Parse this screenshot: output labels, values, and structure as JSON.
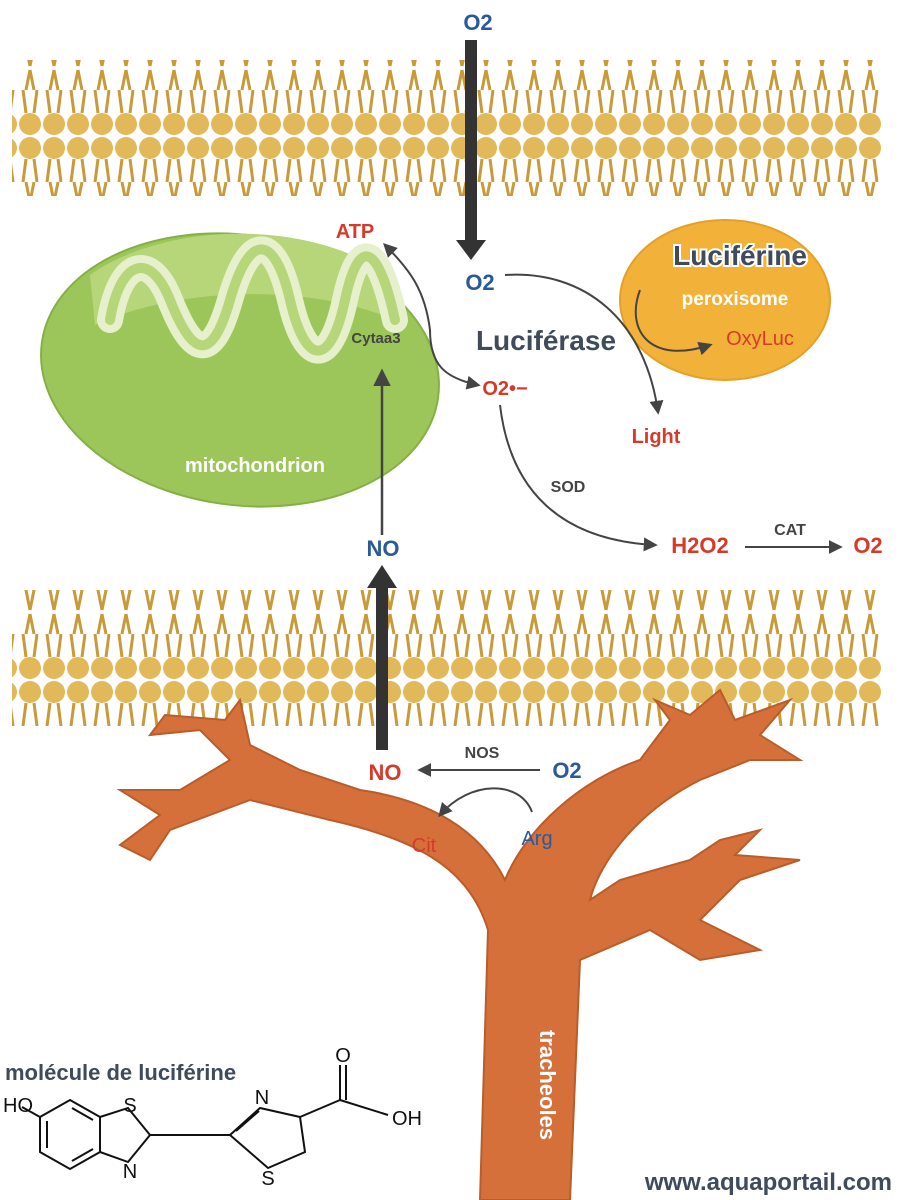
{
  "labels": {
    "o2_top": "O2",
    "atp": "ATP",
    "o2_center": "O2",
    "cytaa": "Cytaa3",
    "superoxide": "O2•−",
    "light": "Light",
    "sod": "SOD",
    "h2o2": "H2O2",
    "cat": "CAT",
    "o2_right": "O2",
    "no_top": "NO",
    "no_bottom": "NO",
    "nos": "NOS",
    "o2_bottom": "O2",
    "cit": "Cit",
    "arg": "Arg"
  },
  "organelles": {
    "mitochondrion": "mitochondrion",
    "peroxisome": "peroxisome",
    "oxyluc": "OxyLuc",
    "tracheoles": "tracheoles"
  },
  "annotations": {
    "luciferine": "Luciférine",
    "luciferase": "Luciférase",
    "molecule_title": "molécule de luciférine"
  },
  "molecule": {
    "ho": "HO",
    "oh": "OH",
    "s1": "S",
    "n1": "N",
    "n2": "N",
    "s2": "S",
    "o": "O"
  },
  "watermark": "www.aquaportail.com",
  "colors": {
    "membrane": "#e2b95a",
    "mitochondrion": "#9cc55a",
    "peroxisome": "#f2b23a",
    "trachea": "#d5703a",
    "red_label": "#d63b2a",
    "blue_label": "#2a5a9a"
  }
}
